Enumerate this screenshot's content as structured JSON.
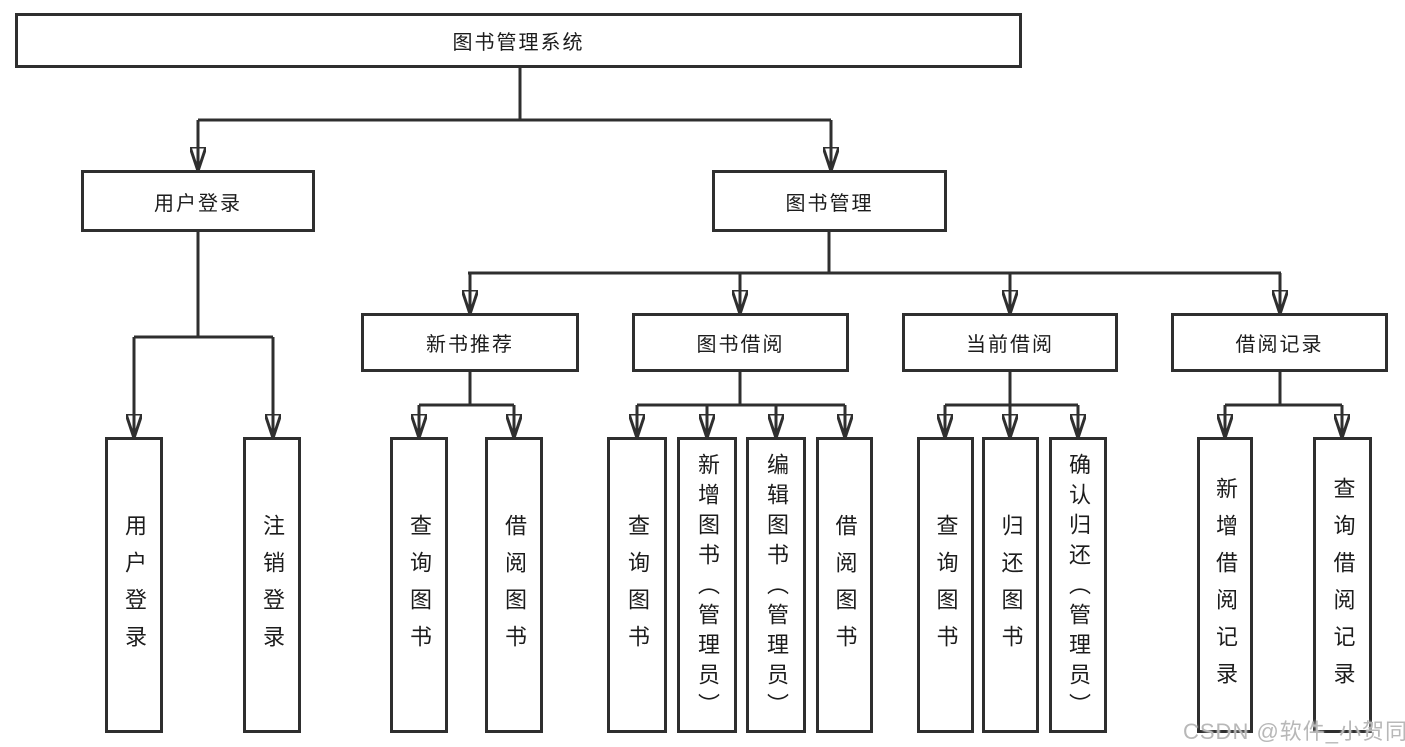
{
  "colors": {
    "line": "#2f2f2f",
    "text": "#1c1c1c",
    "bg": "#ffffff",
    "watermark": "#b8b8b8"
  },
  "tree": {
    "root": "图书管理系统",
    "user_login": {
      "label": "用户登录",
      "children": [
        "用户登录",
        "注销登录"
      ]
    },
    "book_mgmt": {
      "label": "图书管理"
    },
    "new_books": {
      "label": "新书推荐",
      "children": [
        "查询图书",
        "借阅图书"
      ]
    },
    "book_borrow": {
      "label": "图书借阅",
      "children": [
        "查询图书",
        "新增图书（管理员）",
        "编辑图书（管理员）",
        "借阅图书"
      ]
    },
    "current_borrow": {
      "label": "当前借阅",
      "children": [
        "查询图书",
        "归还图书",
        "确认归还（管理员）"
      ]
    },
    "borrow_records": {
      "label": "借阅记录",
      "children": [
        "新增借阅记录",
        "查询借阅记录"
      ]
    }
  },
  "watermark": {
    "text": "CSDN @软件_小贺同学"
  }
}
